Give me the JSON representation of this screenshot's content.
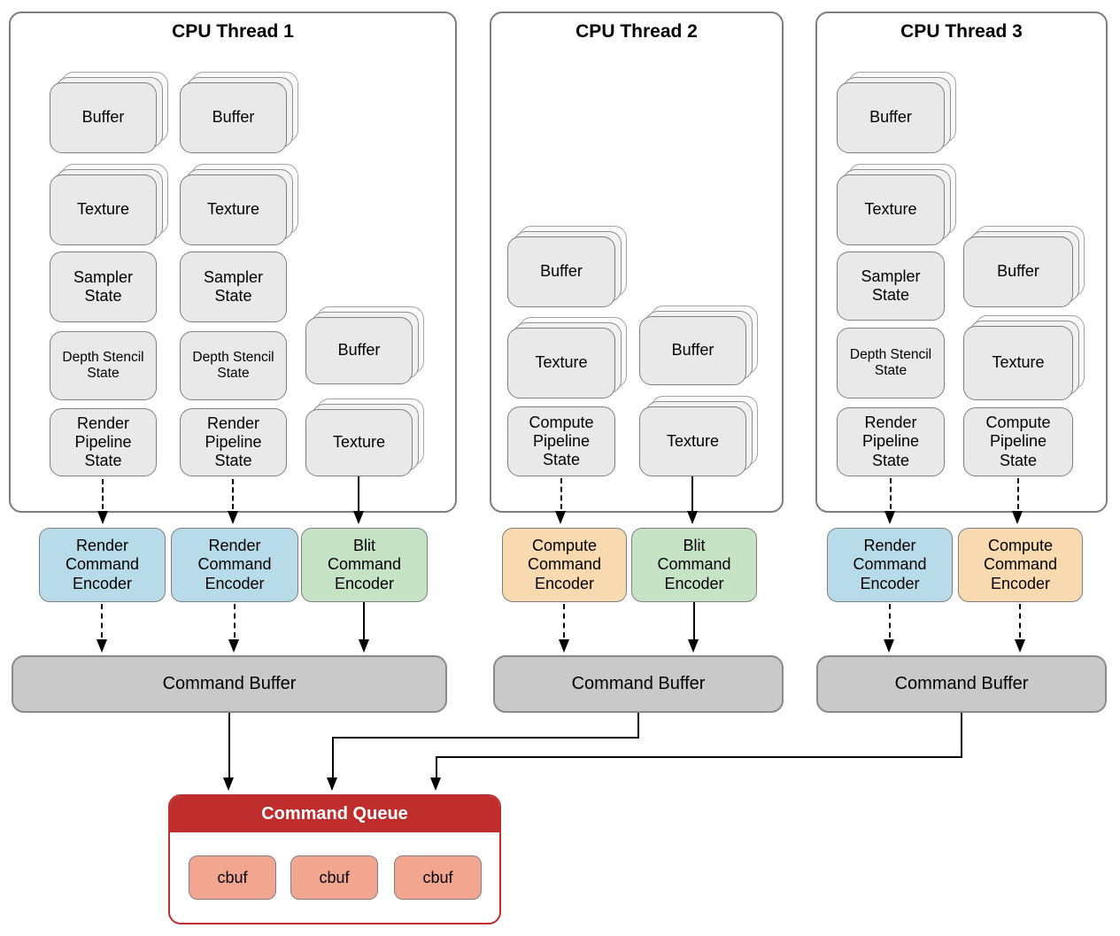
{
  "threads": [
    {
      "title": "CPU Thread 1",
      "columns": [
        {
          "items": [
            {
              "label": "Buffer",
              "stacked": true
            },
            {
              "label": "Texture",
              "stacked": true
            },
            {
              "label": "Sampler\nState",
              "stacked": false
            },
            {
              "label": "Depth Stencil\nState",
              "stacked": false
            },
            {
              "label": "Render\nPipeline\nState",
              "stacked": false
            }
          ]
        },
        {
          "items": [
            {
              "label": "Buffer",
              "stacked": true
            },
            {
              "label": "Texture",
              "stacked": true
            },
            {
              "label": "Sampler\nState",
              "stacked": false
            },
            {
              "label": "Depth Stencil\nState",
              "stacked": false
            },
            {
              "label": "Render\nPipeline\nState",
              "stacked": false
            }
          ]
        },
        {
          "items": [
            {
              "label": "Buffer",
              "stacked": true
            },
            {
              "label": "Texture",
              "stacked": true
            }
          ]
        }
      ],
      "encoders": [
        {
          "label": "Render\nCommand\nEncoder",
          "kind": "render"
        },
        {
          "label": "Render\nCommand\nEncoder",
          "kind": "render"
        },
        {
          "label": "Blit\nCommand\nEncoder",
          "kind": "blit"
        }
      ],
      "command_buffer_label": "Command Buffer"
    },
    {
      "title": "CPU Thread 2",
      "columns": [
        {
          "items": [
            {
              "label": "Buffer",
              "stacked": true
            },
            {
              "label": "Texture",
              "stacked": true
            },
            {
              "label": "Compute\nPipeline\nState",
              "stacked": false
            }
          ]
        },
        {
          "items": [
            {
              "label": "Buffer",
              "stacked": true
            },
            {
              "label": "Texture",
              "stacked": true
            }
          ]
        }
      ],
      "encoders": [
        {
          "label": "Compute\nCommand\nEncoder",
          "kind": "compute"
        },
        {
          "label": "Blit\nCommand\nEncoder",
          "kind": "blit"
        }
      ],
      "command_buffer_label": "Command Buffer"
    },
    {
      "title": "CPU Thread 3",
      "columns": [
        {
          "items": [
            {
              "label": "Buffer",
              "stacked": true
            },
            {
              "label": "Texture",
              "stacked": true
            },
            {
              "label": "Sampler\nState",
              "stacked": false
            },
            {
              "label": "Depth Stencil\nState",
              "stacked": false
            },
            {
              "label": "Render\nPipeline\nState",
              "stacked": false
            }
          ]
        },
        {
          "items": [
            {
              "label": "Buffer",
              "stacked": true
            },
            {
              "label": "Texture",
              "stacked": true
            },
            {
              "label": "Compute\nPipeline\nState",
              "stacked": false
            }
          ]
        }
      ],
      "encoders": [
        {
          "label": "Render\nCommand\nEncoder",
          "kind": "render"
        },
        {
          "label": "Compute\nCommand\nEncoder",
          "kind": "compute"
        }
      ],
      "command_buffer_label": "Command Buffer"
    }
  ],
  "command_queue": {
    "title": "Command Queue",
    "items": [
      "cbuf",
      "cbuf",
      "cbuf"
    ]
  },
  "connections": [
    {
      "from": "thread1.render_pipeline_state.col1",
      "to": "thread1.render_command_encoder.1",
      "style": "dashed"
    },
    {
      "from": "thread1.render_pipeline_state.col2",
      "to": "thread1.render_command_encoder.2",
      "style": "dashed"
    },
    {
      "from": "thread1.texture_stack.col3",
      "to": "thread1.blit_command_encoder",
      "style": "solid"
    },
    {
      "from": "thread1.render_command_encoder.1",
      "to": "thread1.command_buffer",
      "style": "dashed"
    },
    {
      "from": "thread1.render_command_encoder.2",
      "to": "thread1.command_buffer",
      "style": "dashed"
    },
    {
      "from": "thread1.blit_command_encoder",
      "to": "thread1.command_buffer",
      "style": "solid"
    },
    {
      "from": "thread2.compute_pipeline_state",
      "to": "thread2.compute_command_encoder",
      "style": "dashed"
    },
    {
      "from": "thread2.texture_stack.col2",
      "to": "thread2.blit_command_encoder",
      "style": "solid"
    },
    {
      "from": "thread2.compute_command_encoder",
      "to": "thread2.command_buffer",
      "style": "dashed"
    },
    {
      "from": "thread2.blit_command_encoder",
      "to": "thread2.command_buffer",
      "style": "solid"
    },
    {
      "from": "thread3.render_pipeline_state",
      "to": "thread3.render_command_encoder",
      "style": "dashed"
    },
    {
      "from": "thread3.compute_pipeline_state",
      "to": "thread3.compute_command_encoder",
      "style": "dashed"
    },
    {
      "from": "thread3.render_command_encoder",
      "to": "thread3.command_buffer",
      "style": "dashed"
    },
    {
      "from": "thread3.compute_command_encoder",
      "to": "thread3.command_buffer",
      "style": "dashed"
    },
    {
      "from": "thread1.command_buffer",
      "to": "command_queue",
      "style": "solid"
    },
    {
      "from": "thread2.command_buffer",
      "to": "command_queue",
      "style": "solid"
    },
    {
      "from": "thread3.command_buffer",
      "to": "command_queue",
      "style": "solid"
    }
  ],
  "colors": {
    "render_encoder": "#b8dbe9",
    "blit_encoder": "#c7e3c6",
    "compute_encoder": "#f8d9b0",
    "command_buffer": "#c9c9c9",
    "resource_box": "#e9e9e9",
    "queue_red": "#c02d2d",
    "cbuf_fill": "#f3a68f"
  }
}
